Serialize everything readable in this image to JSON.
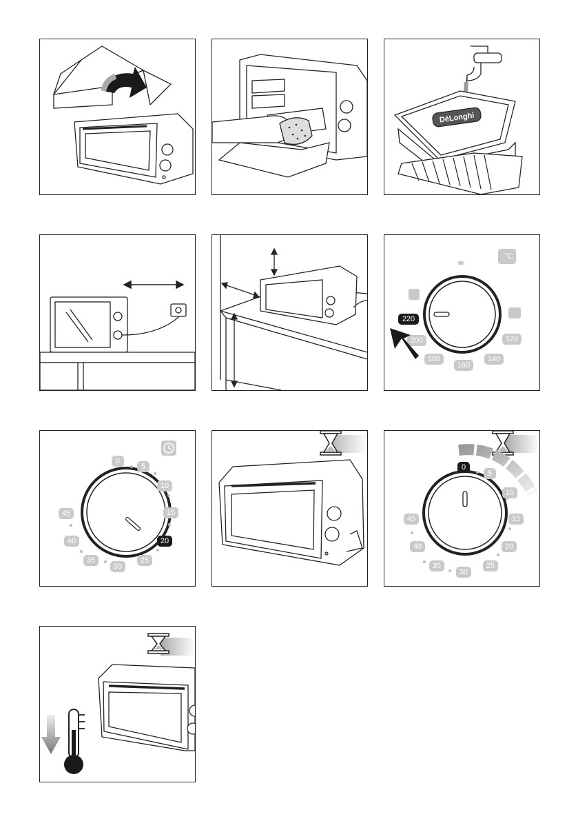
{
  "brand_logo": "DēLonghi",
  "temperature_dial": {
    "symbol": "°C",
    "highlighted": "220",
    "labels": [
      "200",
      "180",
      "160",
      "140",
      "120"
    ]
  },
  "timer_dial_1": {
    "highlighted": "20",
    "labels": [
      "0",
      "5",
      "10",
      "15",
      "25",
      "30",
      "35",
      "40",
      "45"
    ]
  },
  "timer_dial_2": {
    "highlighted": "0",
    "labels": [
      "5",
      "10",
      "15",
      "20",
      "25",
      "30",
      "35",
      "40",
      "45"
    ]
  },
  "icons": [
    "arrow-icon",
    "hourglass-icon",
    "thermometer-icon",
    "clock-icon",
    "faucet-icon",
    "plug-icon"
  ]
}
